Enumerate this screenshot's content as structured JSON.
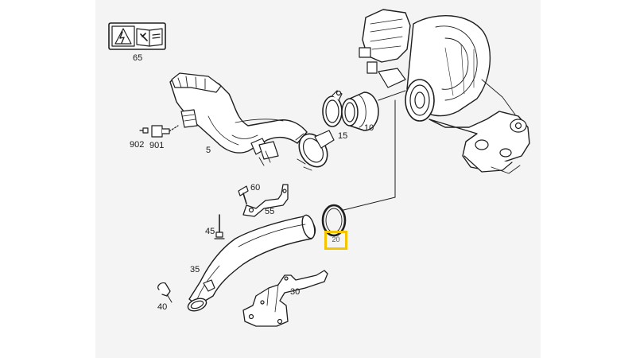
{
  "diagram": {
    "accent_color": "#f5c400",
    "callouts": [
      {
        "id": "65",
        "label": "65"
      },
      {
        "id": "902",
        "label": "902"
      },
      {
        "id": "901",
        "label": "901"
      },
      {
        "id": "5",
        "label": "5"
      },
      {
        "id": "15",
        "label": "15"
      },
      {
        "id": "10",
        "label": "10"
      },
      {
        "id": "60",
        "label": "60"
      },
      {
        "id": "55",
        "label": "55"
      },
      {
        "id": "45",
        "label": "45"
      },
      {
        "id": "35",
        "label": "35"
      },
      {
        "id": "40",
        "label": "40"
      },
      {
        "id": "30",
        "label": "30"
      }
    ],
    "highlight_label": "20"
  }
}
